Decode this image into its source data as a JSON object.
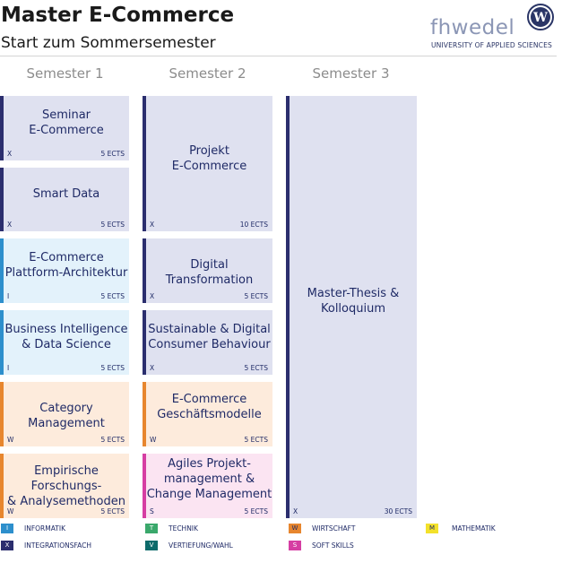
{
  "header": {
    "title": "Master E-Commerce",
    "subtitle": "Start zum Sommersemester"
  },
  "logo": {
    "wordmark": "fhwedel",
    "tagline": "UNIVERSITY OF APPLIED SCIENCES",
    "seal_letter": "W"
  },
  "semesters": [
    "Semester 1",
    "Semester 2",
    "Semester 3"
  ],
  "courses": [
    {
      "name_lines": [
        "Seminar",
        "E-Commerce"
      ],
      "code": "X",
      "ects": "5 ECTS"
    },
    {
      "name_lines": [
        "Smart Data"
      ],
      "code": "X",
      "ects": "5 ECTS"
    },
    {
      "name_lines": [
        "E-Commerce",
        "Plattform-Architektur"
      ],
      "code": "I",
      "ects": "5 ECTS"
    },
    {
      "name_lines": [
        "Business Intelligence",
        "& Data Science"
      ],
      "code": "I",
      "ects": "5 ECTS"
    },
    {
      "name_lines": [
        "Category Management"
      ],
      "code": "W",
      "ects": "5 ECTS"
    },
    {
      "name_lines": [
        "Empirische Forschungs-",
        "& Analysemethoden"
      ],
      "code": "W",
      "ects": "5 ECTS"
    },
    {
      "name_lines": [
        "Projekt",
        "E-Commerce"
      ],
      "code": "X",
      "ects": "10 ECTS"
    },
    {
      "name_lines": [
        "Digital Transformation"
      ],
      "code": "X",
      "ects": "5 ECTS"
    },
    {
      "name_lines": [
        "Sustainable & Digital",
        "Consumer Behaviour"
      ],
      "code": "X",
      "ects": "5 ECTS"
    },
    {
      "name_lines": [
        "E-Commerce",
        "Geschäftsmodelle"
      ],
      "code": "W",
      "ects": "5 ECTS"
    },
    {
      "name_lines": [
        "Agiles Projekt-",
        "management &",
        "Change Management"
      ],
      "code": "S",
      "ects": "5 ECTS"
    },
    {
      "name_lines": [
        "Master-Thesis &",
        "Kolloquium"
      ],
      "code": "X",
      "ects": "30 ECTS"
    }
  ],
  "legend": [
    {
      "code": "I",
      "label": "INFORMATIK",
      "color": "#2d8fcc",
      "text_color": "#ffffff"
    },
    {
      "code": "T",
      "label": "TECHNIK",
      "color": "#3aa86b",
      "text_color": "#ffffff"
    },
    {
      "code": "W",
      "label": "WIRTSCHAFT",
      "color": "#e7862e",
      "text_color": "#1f2a66"
    },
    {
      "code": "M",
      "label": "MATHEMATIK",
      "color": "#f3e12b",
      "text_color": "#1f2a66"
    },
    {
      "code": "X",
      "label": "INTEGRATIONSFACH",
      "color": "#2b2e6e",
      "text_color": "#ffffff"
    },
    {
      "code": "V",
      "label": "VERTIEFUNG/WAHL",
      "color": "#0e6b6b",
      "text_color": "#ffffff"
    },
    {
      "code": "S",
      "label": "SOFT SKILLS",
      "color": "#d63ea3",
      "text_color": "#ffffff"
    }
  ]
}
